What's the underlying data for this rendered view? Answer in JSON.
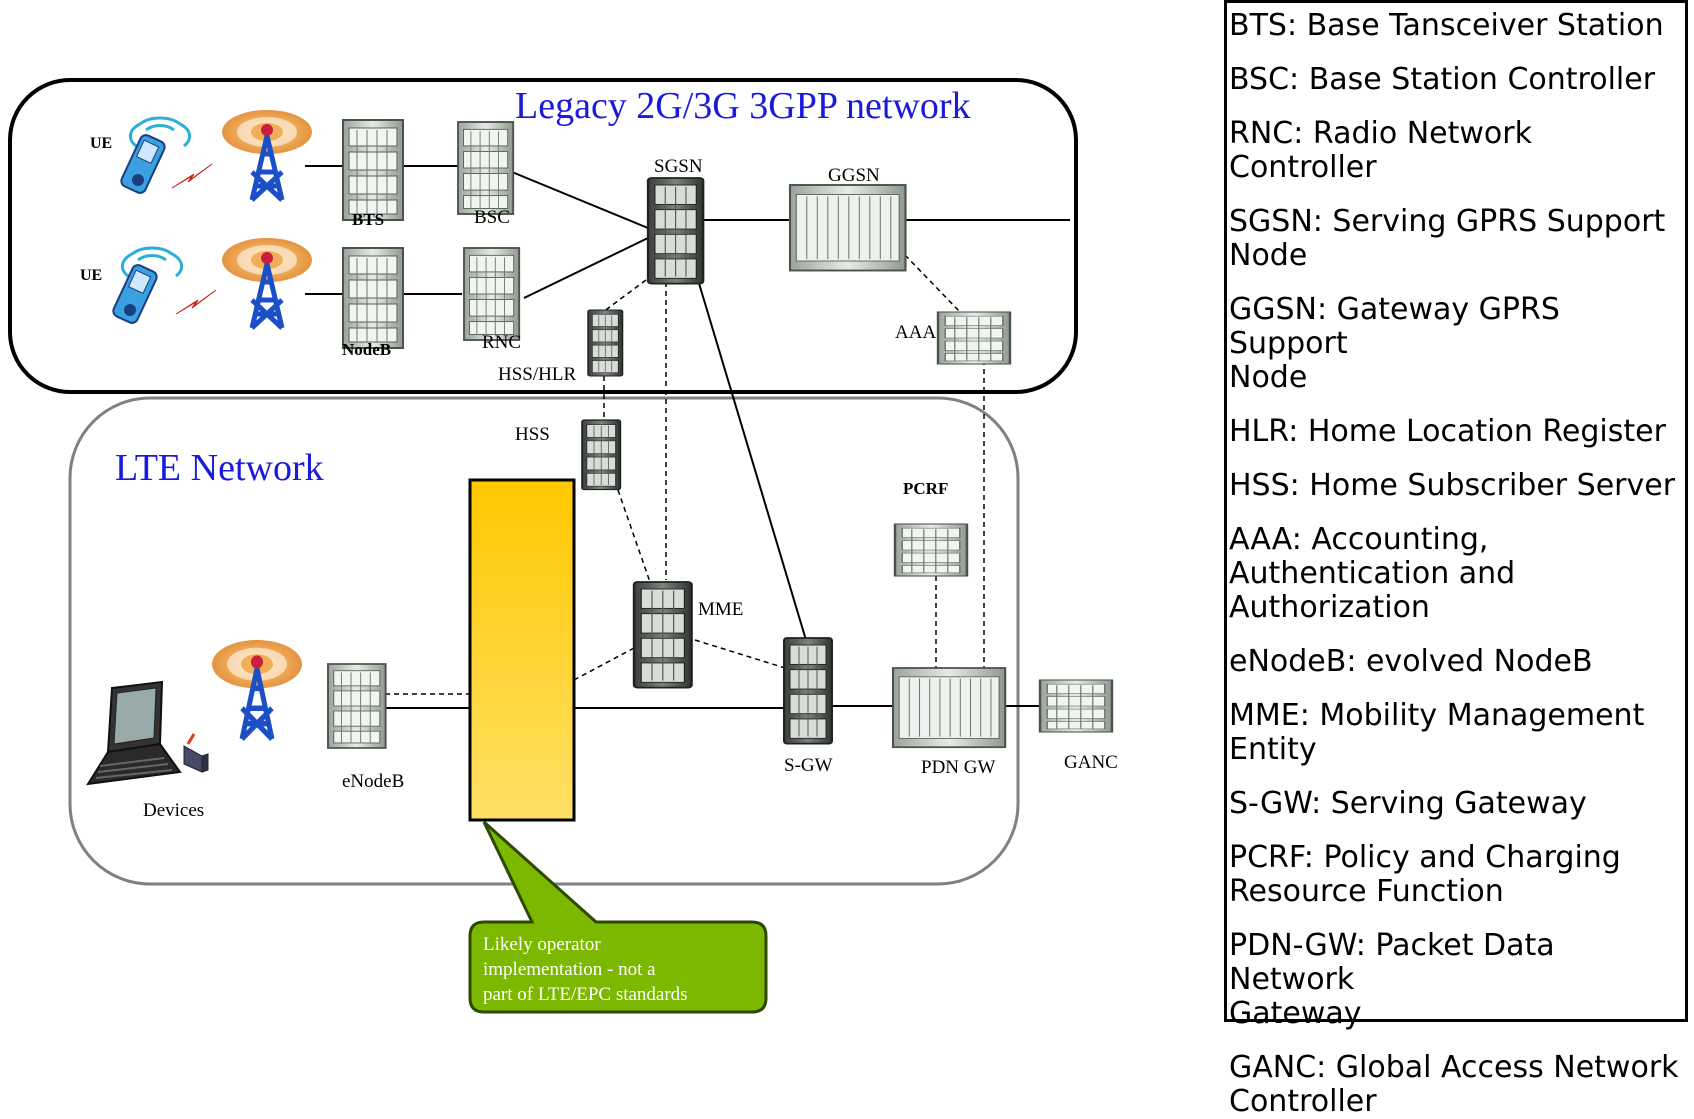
{
  "regions": {
    "legacy_title": "Legacy 2G/3G 3GPP network",
    "lte_title": "LTE Network"
  },
  "nodes": {
    "ue_top": "UE",
    "ue_bottom": "UE",
    "bts": "BTS",
    "bsc": "BSC",
    "nodeb": "NodeB",
    "rnc": "RNC",
    "sgsn": "SGSN",
    "ggsn": "GGSN",
    "aaa": "AAA",
    "hss_hlr": "HSS/HLR",
    "hss": "HSS",
    "pcrf": "PCRF",
    "mme": "MME",
    "enodeb": "eNodeB",
    "sgw": "S-GW",
    "pdn_gw": "PDN GW",
    "ganc": "GANC",
    "devices": "Devices"
  },
  "callout": {
    "line1": "Likely operator",
    "line2": "implementation - not a",
    "line3": "part of LTE/EPC standards"
  },
  "legend": [
    {
      "line1": "BTS: Base Tansceiver Station"
    },
    {
      "line1": "BSC: Base Station Controller"
    },
    {
      "line1": "RNC: Radio Network Controller"
    },
    {
      "line1": "SGSN: Serving GPRS Support",
      "line2": "Node"
    },
    {
      "line1": "GGSN: Gateway GPRS Support",
      "line2": "Node"
    },
    {
      "line1": "HLR: Home Location Register"
    },
    {
      "line1": "HSS: Home Subscriber Server"
    },
    {
      "line1": "AAA: Accounting,",
      "line2": "Authentication and",
      "line3": "Authorization"
    },
    {
      "line1": "eNodeB: evolved NodeB"
    },
    {
      "line1": "MME: Mobility Management",
      "line2": "Entity"
    },
    {
      "line1": "S-GW: Serving Gateway"
    },
    {
      "line1": "PCRF: Policy and Charging",
      "line2": "Resource Function"
    },
    {
      "line1": "PDN-GW: Packet Data Network",
      "line2": "Gateway"
    },
    {
      "line1": "GANC: Global Access Network",
      "line2": "Controller"
    }
  ],
  "colors": {
    "region_title": "#1a1adc",
    "yellow_top": "#ffc800",
    "yellow_bottom": "#ffe066",
    "callout_green": "#7cb800",
    "tower_blue": "#1a4fc8",
    "rack_gray": "#cfd4cf"
  }
}
